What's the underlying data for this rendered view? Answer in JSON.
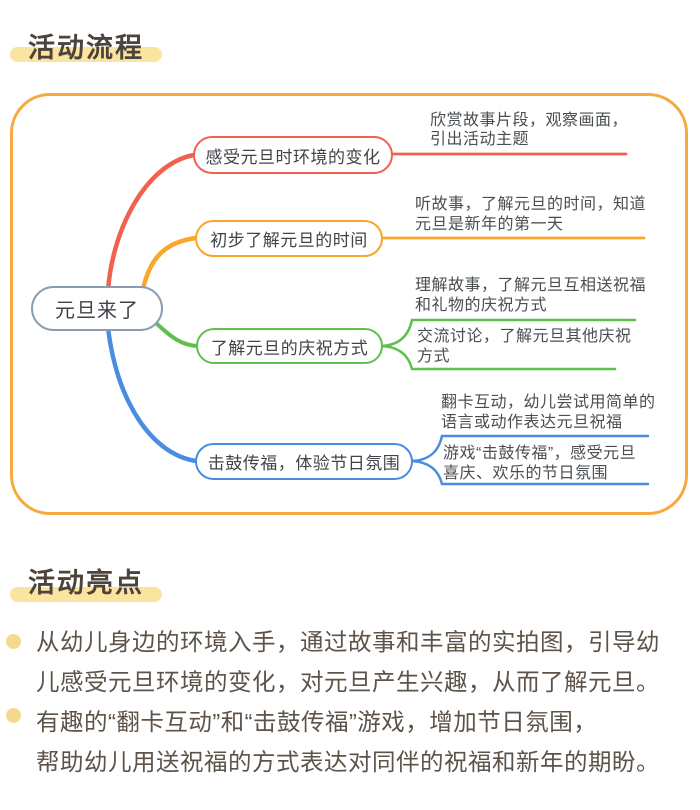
{
  "colors": {
    "red": "#f2604f",
    "orange": "#f9a62a",
    "green": "#5fc04c",
    "blue": "#4a8ce0",
    "container_border": "#f6a93f",
    "root_border": "#8b9bb0",
    "highlight": "#fbe4a0",
    "bullet_dot": "#f5d98f",
    "title_text": "#4c443b",
    "node_text": "#3e4449",
    "body_text": "#5d5349"
  },
  "section_flow": {
    "title": "活动流程"
  },
  "mindmap": {
    "root": "元旦来了",
    "branches": [
      {
        "label": "感受元旦时环境的变化",
        "color": "red",
        "notes": [
          {
            "lines": [
              "欣赏故事片段，观察画面，",
              "引出活动主题"
            ]
          }
        ]
      },
      {
        "label": "初步了解元旦的时间",
        "color": "orange",
        "notes": [
          {
            "lines": [
              "听故事，了解元旦的时间，知道",
              "元旦是新年的第一天"
            ]
          }
        ]
      },
      {
        "label": "了解元旦的庆祝方式",
        "color": "green",
        "notes": [
          {
            "lines": [
              "理解故事，了解元旦互相送祝福",
              "和礼物的庆祝方式"
            ]
          },
          {
            "lines": [
              "交流讨论，了解元旦其他庆祝",
              "方式"
            ]
          }
        ]
      },
      {
        "label": "击鼓传福，体验节日氛围",
        "color": "blue",
        "notes": [
          {
            "lines": [
              "翻卡互动，幼儿尝试用简单的",
              "语言或动作表达元旦祝福"
            ]
          },
          {
            "lines": [
              "游戏“击鼓传福”，感受元旦",
              "喜庆、欢乐的节日氛围"
            ]
          }
        ]
      }
    ]
  },
  "section_highlights": {
    "title": "活动亮点",
    "bullets": [
      {
        "lines": [
          "从幼儿身边的环境入手，通过故事和丰富的实拍图，引导幼",
          "儿感受元旦环境的变化，对元旦产生兴趣，从而了解元旦。"
        ]
      },
      {
        "lines": [
          "有趣的“翻卡互动”和“击鼓传福”游戏，增加节日氛围，",
          "帮助幼儿用送祝福的方式表达对同伴的祝福和新年的期盼。"
        ]
      }
    ]
  }
}
